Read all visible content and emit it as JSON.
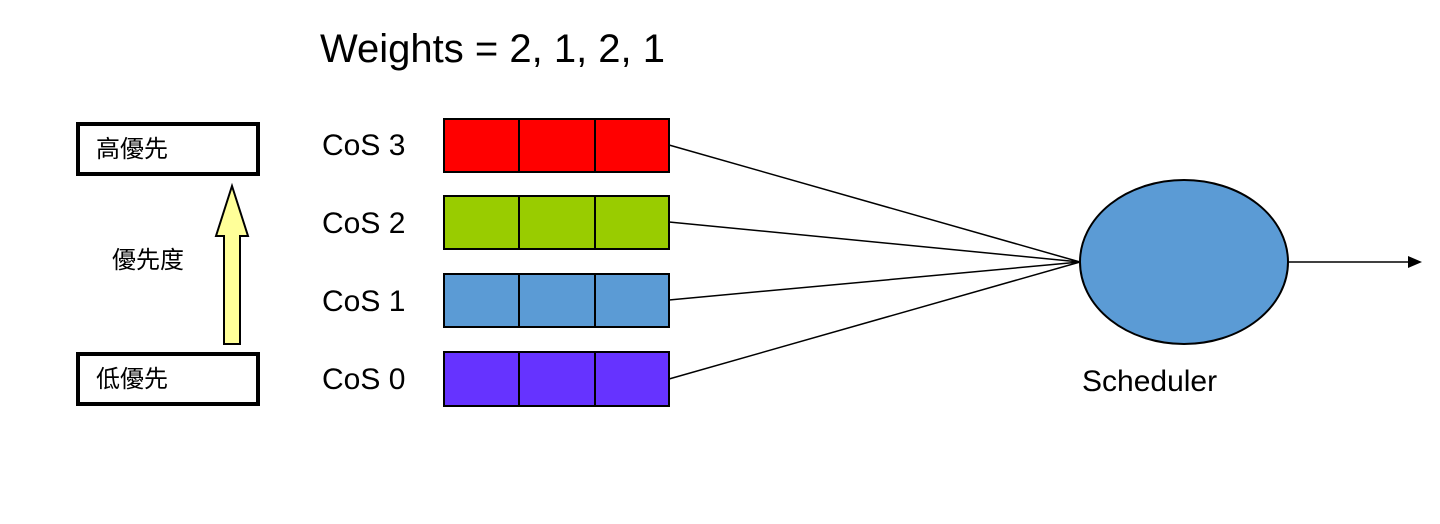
{
  "title": "Weights = 2, 1, 2, 1",
  "priority": {
    "high_label": "高優先",
    "low_label": "低優先",
    "axis_label": "優先度"
  },
  "queues": [
    {
      "label": "CoS 3",
      "color": "#ff0000"
    },
    {
      "label": "CoS 2",
      "color": "#99cc00"
    },
    {
      "label": "CoS 1",
      "color": "#5b9bd5"
    },
    {
      "label": "CoS 0",
      "color": "#6633ff"
    }
  ],
  "scheduler": {
    "label": "Scheduler",
    "color": "#5b9bd5"
  },
  "colors": {
    "arrow_fill": "#ffff99",
    "outline": "#000000",
    "background": "#ffffff"
  }
}
